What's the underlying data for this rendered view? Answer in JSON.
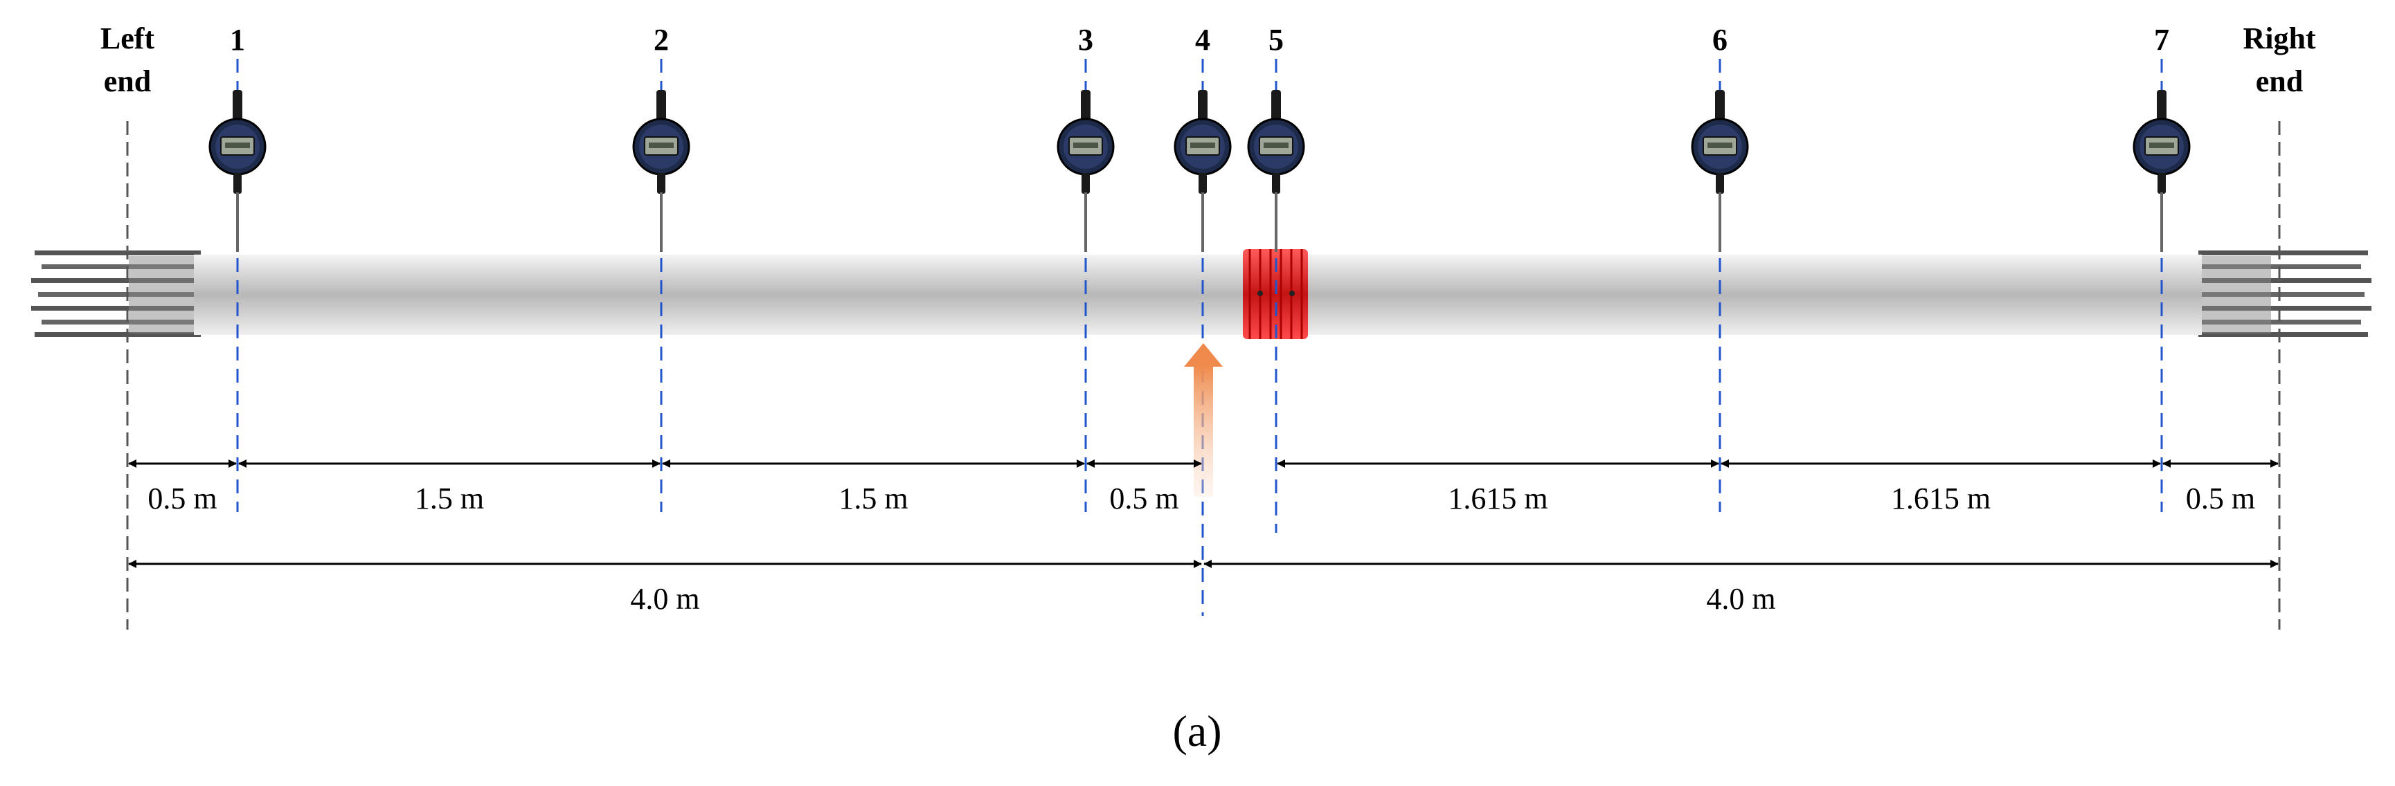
{
  "ends": {
    "left": [
      "Left",
      "end"
    ],
    "right": [
      "Right",
      "end"
    ]
  },
  "gauges": [
    {
      "label": "1"
    },
    {
      "label": "2"
    },
    {
      "label": "3"
    },
    {
      "label": "4"
    },
    {
      "label": "5"
    },
    {
      "label": "6"
    },
    {
      "label": "7"
    }
  ],
  "segments": [
    "0.5 m",
    "1.5 m",
    "1.5 m",
    "0.5 m",
    "1.615 m",
    "1.615 m",
    "0.5 m"
  ],
  "halves": [
    "4.0 m",
    "4.0 m"
  ],
  "caption": "(a)",
  "colors": {
    "guide_line": "#2255cc",
    "end_line": "#555555",
    "mass_block": "#dd2222",
    "load_arrow": "#f08a4b",
    "shaft": "#c8c8c8"
  },
  "icons": {
    "gauge": "dial-indicator-icon",
    "load": "arrow-up-icon",
    "mass": "mass-block-icon"
  }
}
